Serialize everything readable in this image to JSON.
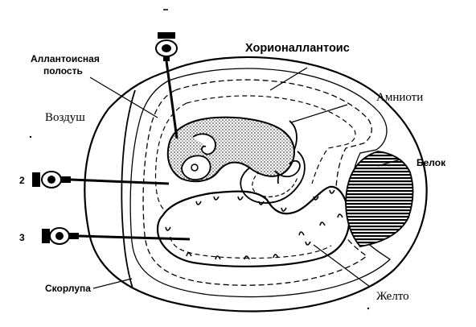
{
  "labels": {
    "allantoic_cavity": [
      "Аллантоисная",
      "полость"
    ],
    "chorioallantois": "Хорионаллантоис",
    "air": "Воздуш",
    "amnion": "Амниоти",
    "albumen": "Белок",
    "shell": "Скорлупа",
    "yolk": "Желто",
    "syringe_2": "2",
    "syringe_3": "3"
  }
}
